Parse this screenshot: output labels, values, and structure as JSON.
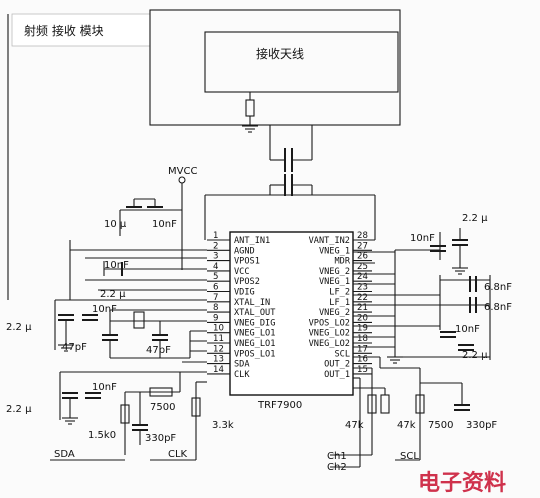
{
  "title": "射频 接收 模块",
  "antenna": {
    "label": "接收天线"
  },
  "supply": {
    "label": "MVCC"
  },
  "chip": {
    "name": "TRF7900",
    "left_pins": [
      {
        "num": "1",
        "name": "ANT_IN1"
      },
      {
        "num": "2",
        "name": "AGND"
      },
      {
        "num": "3",
        "name": "VPOS1"
      },
      {
        "num": "4",
        "name": "VCC"
      },
      {
        "num": "5",
        "name": "VPOS2"
      },
      {
        "num": "6",
        "name": "VDIG"
      },
      {
        "num": "7",
        "name": "XTAL_IN"
      },
      {
        "num": "8",
        "name": "XTAL_OUT"
      },
      {
        "num": "9",
        "name": "VNEG_DIG"
      },
      {
        "num": "10",
        "name": "VNEG_LO1"
      },
      {
        "num": "11",
        "name": "VNEG_LO1"
      },
      {
        "num": "12",
        "name": "VPOS_LO1"
      },
      {
        "num": "13",
        "name": "SDA"
      },
      {
        "num": "14",
        "name": "CLK"
      }
    ],
    "right_pins": [
      {
        "num": "28",
        "name": "VANT_IN2"
      },
      {
        "num": "27",
        "name": "VNEG_1"
      },
      {
        "num": "26",
        "name": "MDR"
      },
      {
        "num": "25",
        "name": "VNEG_2"
      },
      {
        "num": "24",
        "name": "VNEG_1"
      },
      {
        "num": "23",
        "name": "LF_2"
      },
      {
        "num": "22",
        "name": "LF_1"
      },
      {
        "num": "21",
        "name": "VNEG_2"
      },
      {
        "num": "20",
        "name": "VPOS_LO2"
      },
      {
        "num": "19",
        "name": "VNEG_LO2"
      },
      {
        "num": "18",
        "name": "VNEG_LO2"
      },
      {
        "num": "17",
        "name": "SCL"
      },
      {
        "num": "16",
        "name": "OUT_2"
      },
      {
        "num": "15",
        "name": "OUT_1"
      }
    ]
  },
  "components": {
    "c_10u": "10 μ",
    "c_10nf_top": "10nF",
    "c_10nf_vpos1": "10nF",
    "c_2u2_vpos2": "2.2 μ",
    "c_2u2_vdig": "2.2 μ",
    "c_10nf_vdig": "10nF",
    "c_47pf_a": "47pF",
    "c_47pf_b": "47pF",
    "c_10nf_sda": "10nF",
    "c_2u2_sda": "2.2 μ",
    "r_7500_left": "7500",
    "r_1k5": "1.5k0",
    "c_330pf_left": "330pF",
    "r_3k3": "3.3k",
    "c_2u2_right": "2.2 μ",
    "c_10nf_right": "10nF",
    "c_6n8_a": "6.8nF",
    "c_6n8_b": "6.8nF",
    "c_10nf_right2": "10nF",
    "c_2u2_right2": "2.2 μ",
    "r_47k_a": "47k",
    "r_47k_b": "47k",
    "r_7500_right": "7500",
    "c_330pf_right": "330pF"
  },
  "nets": {
    "sda": "SDA",
    "clk": "CLK",
    "ch1": "Ch1",
    "ch2": "Ch2",
    "scl": "SCL"
  },
  "watermark": "电子资料"
}
